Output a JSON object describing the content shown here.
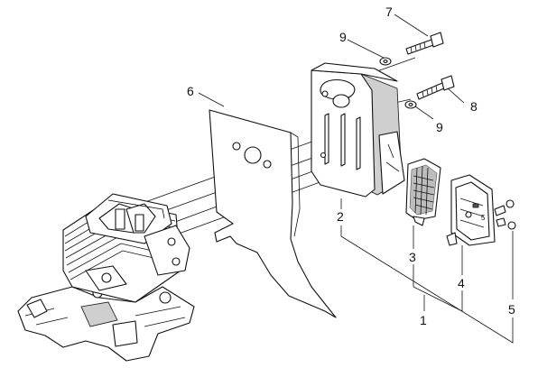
{
  "callouts": [
    {
      "id": "1",
      "text": "1"
    },
    {
      "id": "2",
      "text": "2"
    },
    {
      "id": "3",
      "text": "3"
    },
    {
      "id": "4",
      "text": "4"
    },
    {
      "id": "5",
      "text": "5"
    },
    {
      "id": "6",
      "text": "6"
    },
    {
      "id": "7",
      "text": "7"
    },
    {
      "id": "8",
      "text": "8"
    },
    {
      "id": "9a",
      "text": "9"
    },
    {
      "id": "9b",
      "text": "9"
    }
  ]
}
